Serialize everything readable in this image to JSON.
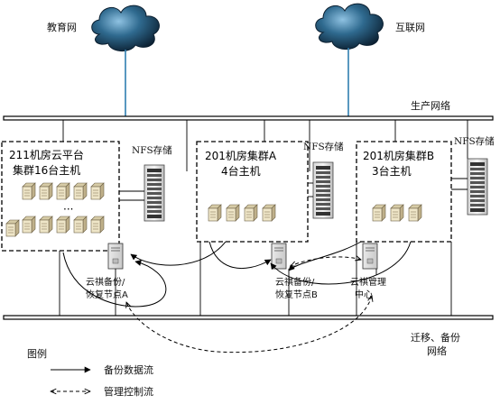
{
  "clouds": {
    "education": "教育网",
    "internet": "互联网"
  },
  "networks": {
    "production": "生产网络",
    "migration_line1": "迁移、备份",
    "migration_line2": "网络"
  },
  "clusters": {
    "c211": {
      "line1": "211机房云平台",
      "line2": "集群16台主机",
      "ellipsis": "···"
    },
    "c201a": {
      "line1": "201机房集群A",
      "line2": "4台主机"
    },
    "c201b": {
      "line1": "201机房集群B",
      "line2": "3台主机"
    }
  },
  "storage": {
    "nfs1": "NFS存储",
    "nfs2": "NFS存储",
    "nfs3": "NFS存储"
  },
  "nodes": {
    "backupA_line1": "云祺备份/",
    "backupA_line2": "恢复节点A",
    "backupB_line1": "云祺备份/",
    "backupB_line2": "恢复节点B",
    "mgmt_line1": "云祺管理",
    "mgmt_line2": "中心"
  },
  "legend": {
    "title": "图例",
    "data_flow": "备份数据流",
    "control_flow": "管理控制流"
  },
  "colors": {
    "cloud_dark": "#0d2436",
    "cloud_mid": "#2f6a8f",
    "cloud_light": "#7fb3d6",
    "uplink": "#2f7fb0",
    "server_face": "#ede4c6",
    "server_side": "#bfb08a"
  }
}
